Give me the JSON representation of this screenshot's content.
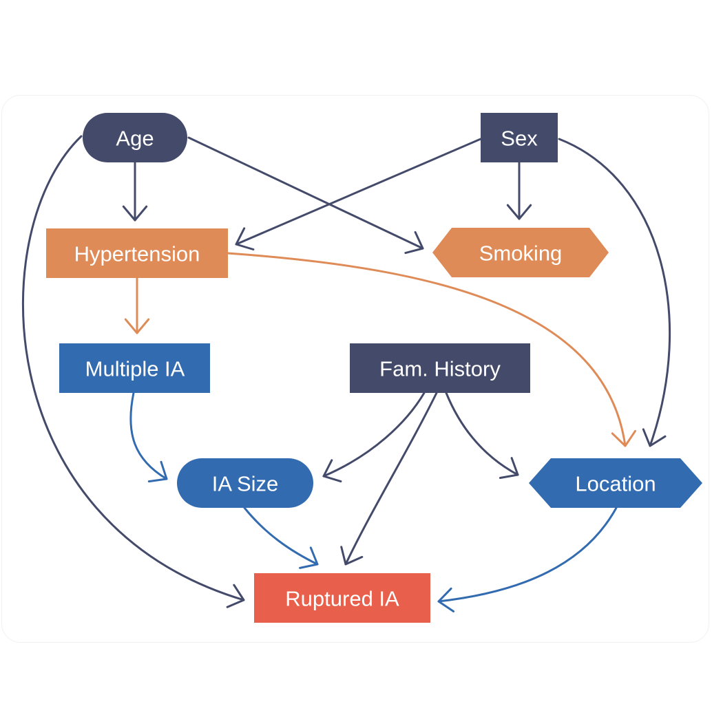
{
  "colors": {
    "navy": "#444a69",
    "orange": "#de8b58",
    "blue": "#336bb0",
    "red": "#e8604c"
  },
  "nodes": {
    "age": {
      "label": "Age",
      "shape": "pill",
      "color": "navy"
    },
    "sex": {
      "label": "Sex",
      "shape": "rect",
      "color": "navy"
    },
    "hypertension": {
      "label": "Hypertension",
      "shape": "rect",
      "color": "orange"
    },
    "smoking": {
      "label": "Smoking",
      "shape": "hexagon",
      "color": "orange"
    },
    "multiple_ia": {
      "label": "Multiple IA",
      "shape": "rect",
      "color": "blue"
    },
    "fam_history": {
      "label": "Fam. History",
      "shape": "rect",
      "color": "navy"
    },
    "ia_size": {
      "label": "IA Size",
      "shape": "pill",
      "color": "blue"
    },
    "location": {
      "label": "Location",
      "shape": "hexagon",
      "color": "blue"
    },
    "ruptured_ia": {
      "label": "Ruptured IA",
      "shape": "rect",
      "color": "red"
    }
  },
  "edges": [
    {
      "from": "age",
      "to": "hypertension",
      "color": "navy"
    },
    {
      "from": "age",
      "to": "smoking",
      "color": "navy"
    },
    {
      "from": "age",
      "to": "ruptured_ia",
      "color": "navy"
    },
    {
      "from": "sex",
      "to": "hypertension",
      "color": "navy"
    },
    {
      "from": "sex",
      "to": "smoking",
      "color": "navy"
    },
    {
      "from": "sex",
      "to": "location",
      "color": "navy"
    },
    {
      "from": "hypertension",
      "to": "multiple_ia",
      "color": "orange"
    },
    {
      "from": "hypertension",
      "to": "location",
      "color": "orange"
    },
    {
      "from": "multiple_ia",
      "to": "ia_size",
      "color": "blue"
    },
    {
      "from": "fam_history",
      "to": "ia_size",
      "color": "navy"
    },
    {
      "from": "fam_history",
      "to": "ruptured_ia",
      "color": "navy"
    },
    {
      "from": "fam_history",
      "to": "location",
      "color": "navy"
    },
    {
      "from": "ia_size",
      "to": "ruptured_ia",
      "color": "blue"
    },
    {
      "from": "location",
      "to": "ruptured_ia",
      "color": "blue"
    }
  ]
}
